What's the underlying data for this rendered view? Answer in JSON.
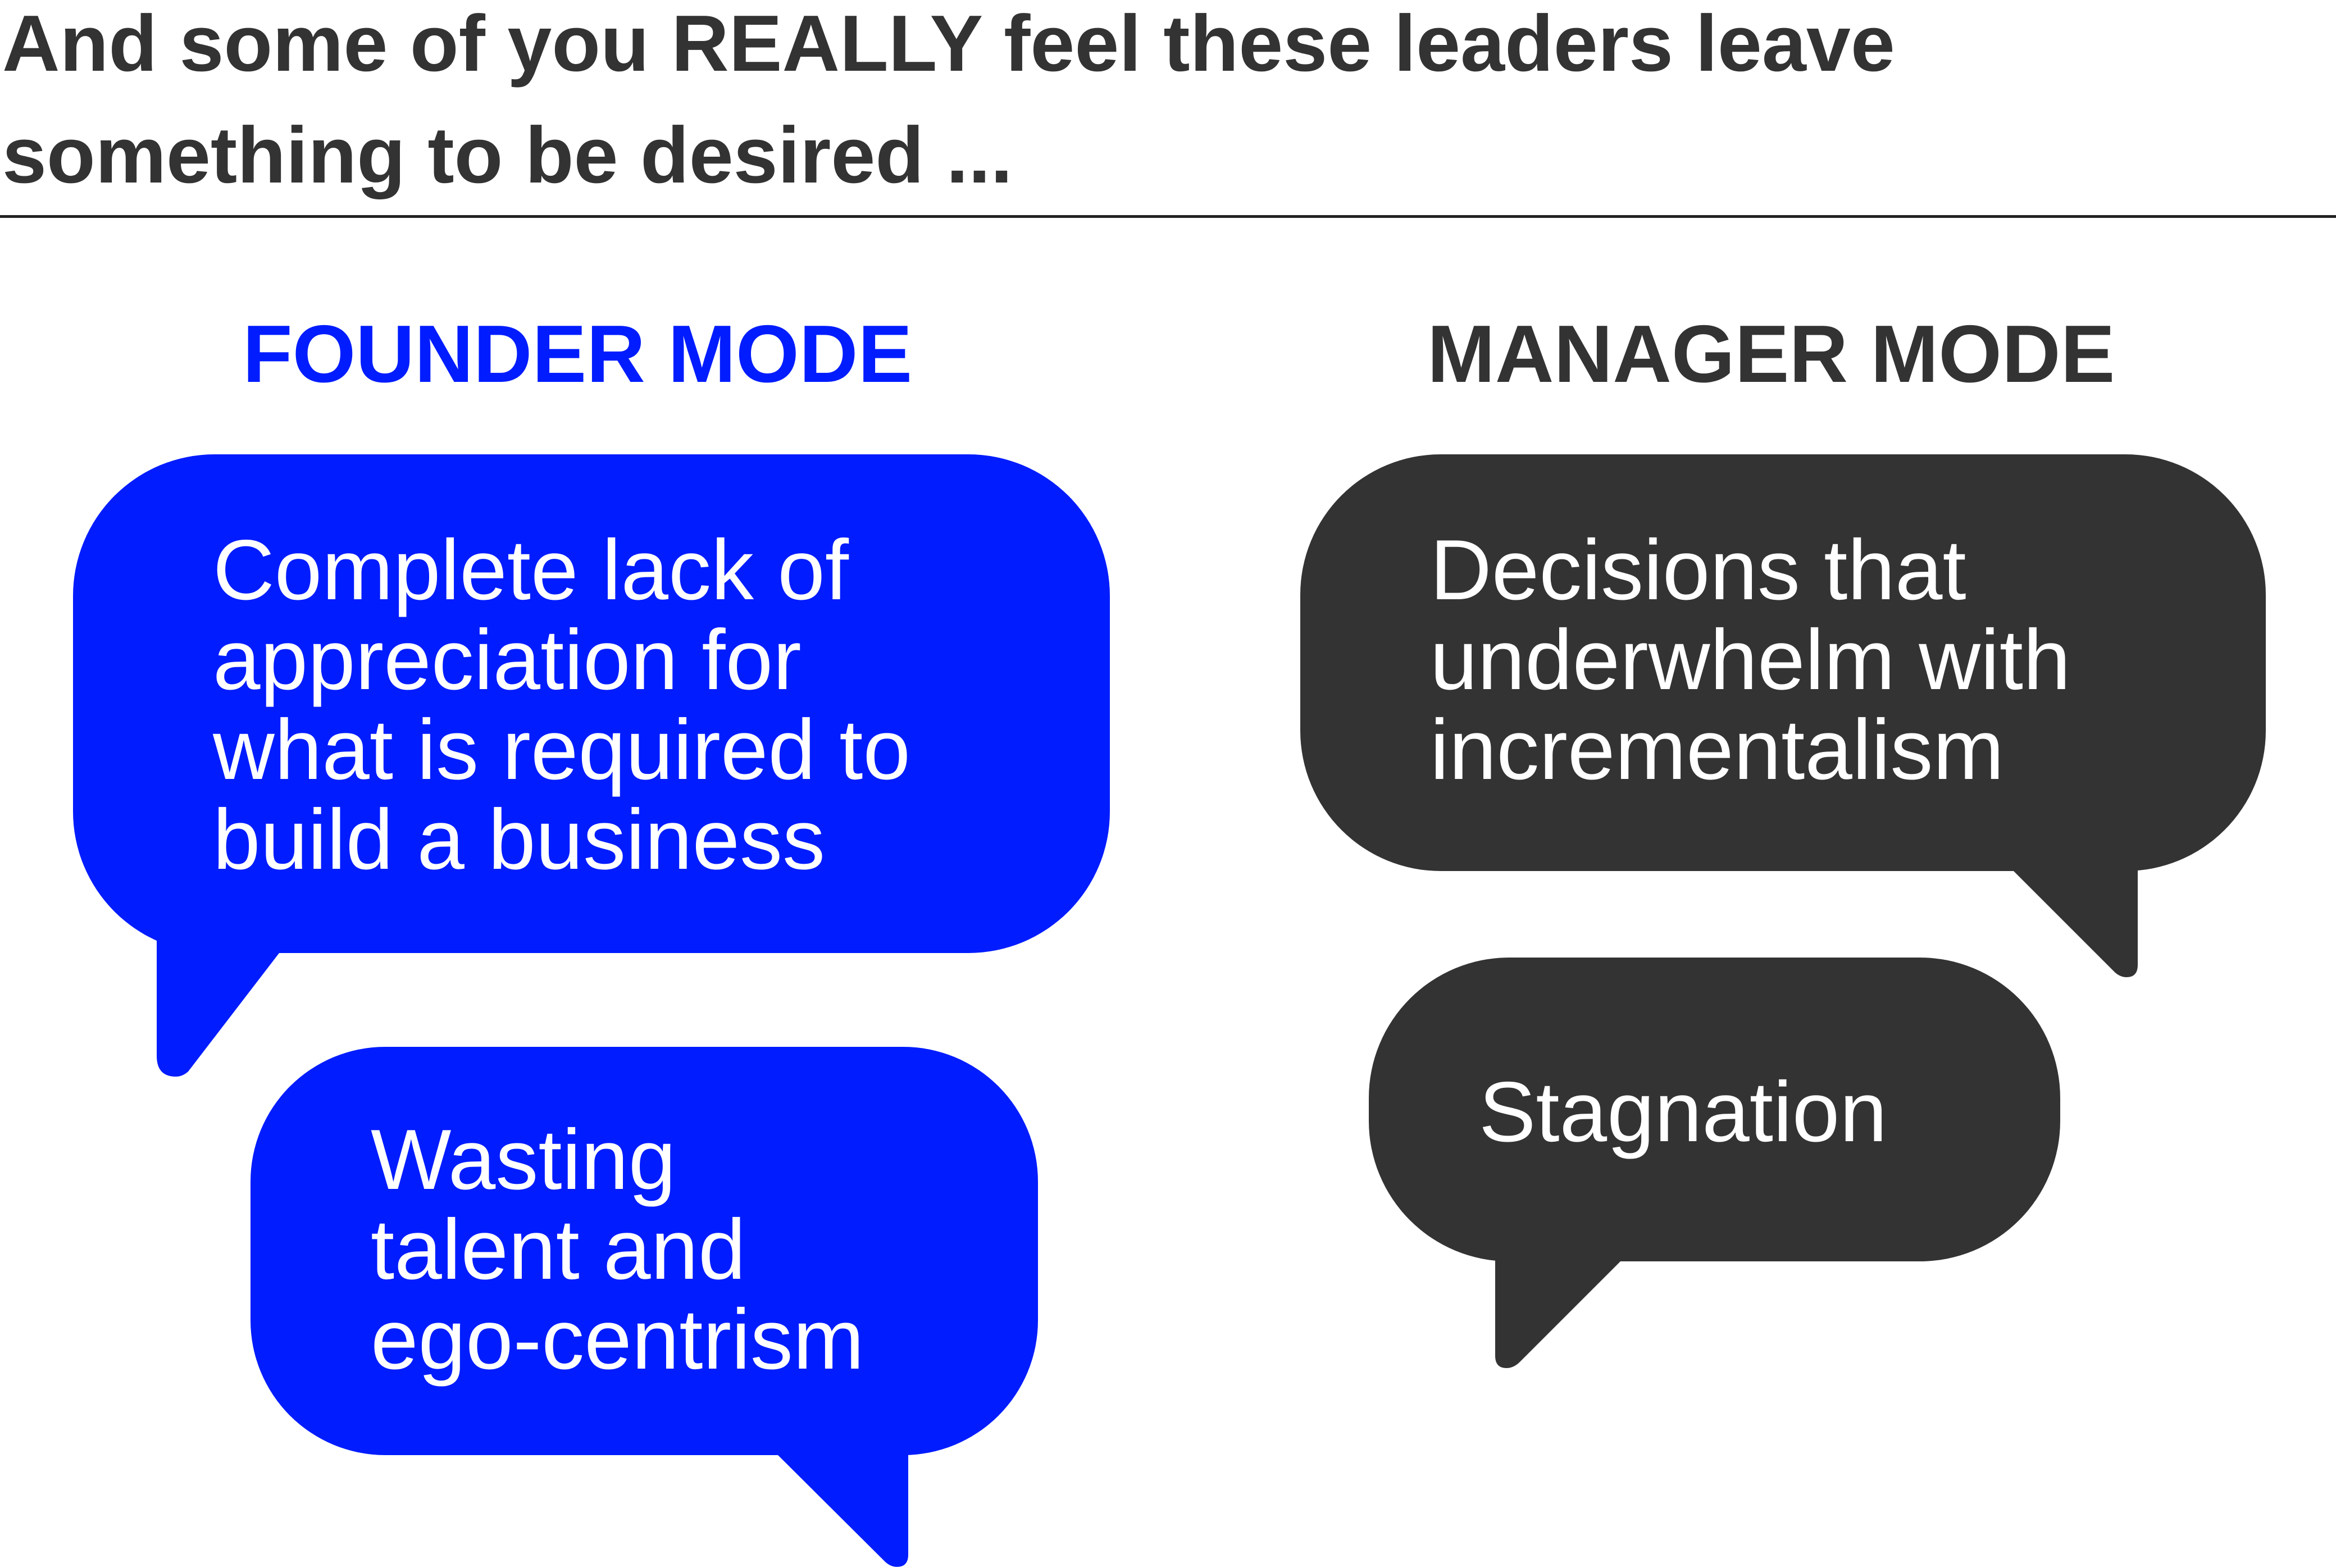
{
  "title": {
    "line1": "And some of you REALLY feel these leaders leave",
    "line2": "something to be desired ..."
  },
  "colors": {
    "founder": "#001CFF",
    "manager": "#333333",
    "text": "#333333"
  },
  "founder": {
    "heading": "FOUNDER MODE",
    "bubbles": [
      {
        "lines": [
          "Complete lack of",
          "appreciation for",
          "what is required to",
          "build a business"
        ]
      },
      {
        "lines": [
          "Wasting",
          "talent and",
          "ego-centrism"
        ]
      }
    ]
  },
  "manager": {
    "heading": "MANAGER MODE",
    "bubbles": [
      {
        "lines": [
          "Decisions that",
          "underwhelm with",
          "incrementalism"
        ]
      },
      {
        "lines": [
          "Stagnation"
        ]
      }
    ]
  }
}
